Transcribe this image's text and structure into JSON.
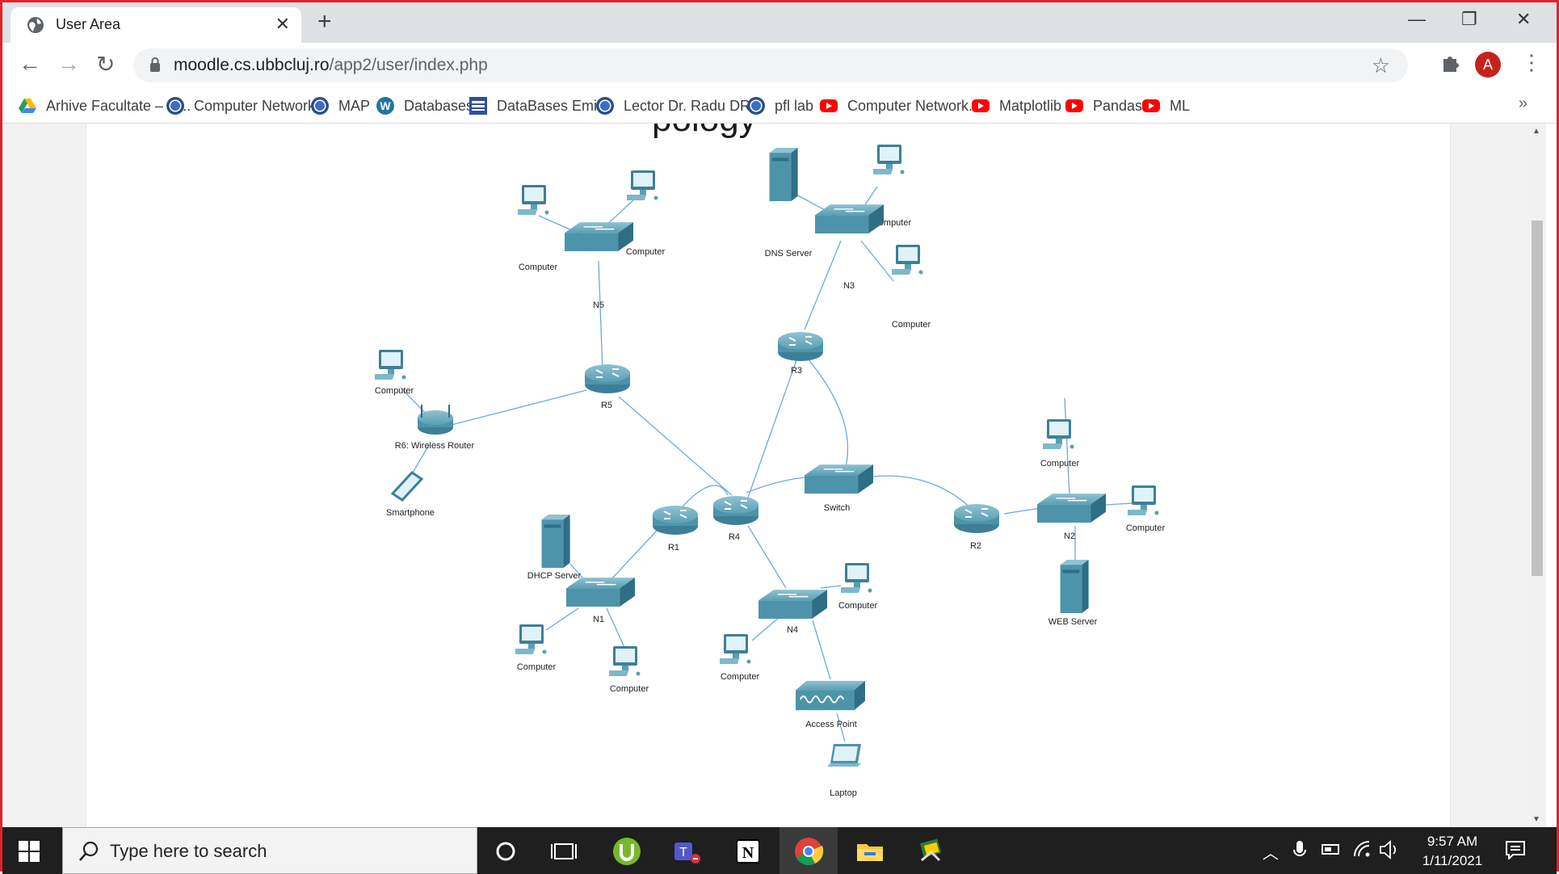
{
  "browser": {
    "tab_title": "User Area",
    "url_host": "moodle.cs.ubbcluj.ro",
    "url_path": "/app2/user/index.php",
    "profile_initial": "A",
    "bookmarks": [
      {
        "label": "Arhive Facultate – G...",
        "icon": "google-drive-icon"
      },
      {
        "label": "Computer Networks",
        "icon": "moodle-globe-icon"
      },
      {
        "label": "MAP",
        "icon": "moodle-globe-icon"
      },
      {
        "label": "Databases",
        "icon": "wordpress-icon"
      },
      {
        "label": "DataBases Emilia",
        "icon": "database-icon"
      },
      {
        "label": "Lector Dr. Radu DR...",
        "icon": "moodle-globe-icon"
      },
      {
        "label": "pfl lab",
        "icon": "moodle-globe-icon"
      },
      {
        "label": "Computer Network...",
        "icon": "youtube-icon"
      },
      {
        "label": "Matplotlib",
        "icon": "youtube-icon"
      },
      {
        "label": "Pandas",
        "icon": "youtube-icon"
      },
      {
        "label": "ML",
        "icon": "youtube-icon"
      }
    ],
    "bookmarks_more": "»"
  },
  "page": {
    "heading_fragment": "pology"
  },
  "diagram": {
    "nodes": {
      "pc_n5_a": "Computer",
      "pc_n5_b": "Computer",
      "n5": "N5",
      "dns": "DNS Server",
      "pc_n3_a": "Computer",
      "n3": "N3",
      "pc_n3_b": "Computer",
      "r3": "R3",
      "pc_r6": "Computer",
      "r5": "R5",
      "r6": "R6: Wireless Router",
      "phone": "Smartphone",
      "pc_n2_a": "Computer",
      "pc_n2_b": "Computer",
      "switch": "Switch",
      "r4": "R4",
      "r1": "R1",
      "r2": "R2",
      "n2": "N2",
      "dhcp": "DHCP Server",
      "n1": "N1",
      "pc_n1_a": "Computer",
      "pc_n1_b": "Computer",
      "pc_n4_a": "Computer",
      "n4": "N4",
      "pc_n4_b": "Computer",
      "web": "WEB Server",
      "ap": "Access Point",
      "laptop": "Laptop"
    }
  },
  "taskbar": {
    "search_placeholder": "Type here to search",
    "time": "9:57 AM",
    "date": "1/11/2021"
  },
  "colors": {
    "accent_border": "#e0222c",
    "device_blue": "#5a9fb3",
    "link_line": "#6fa8dc",
    "avatar": "#c5221f"
  }
}
